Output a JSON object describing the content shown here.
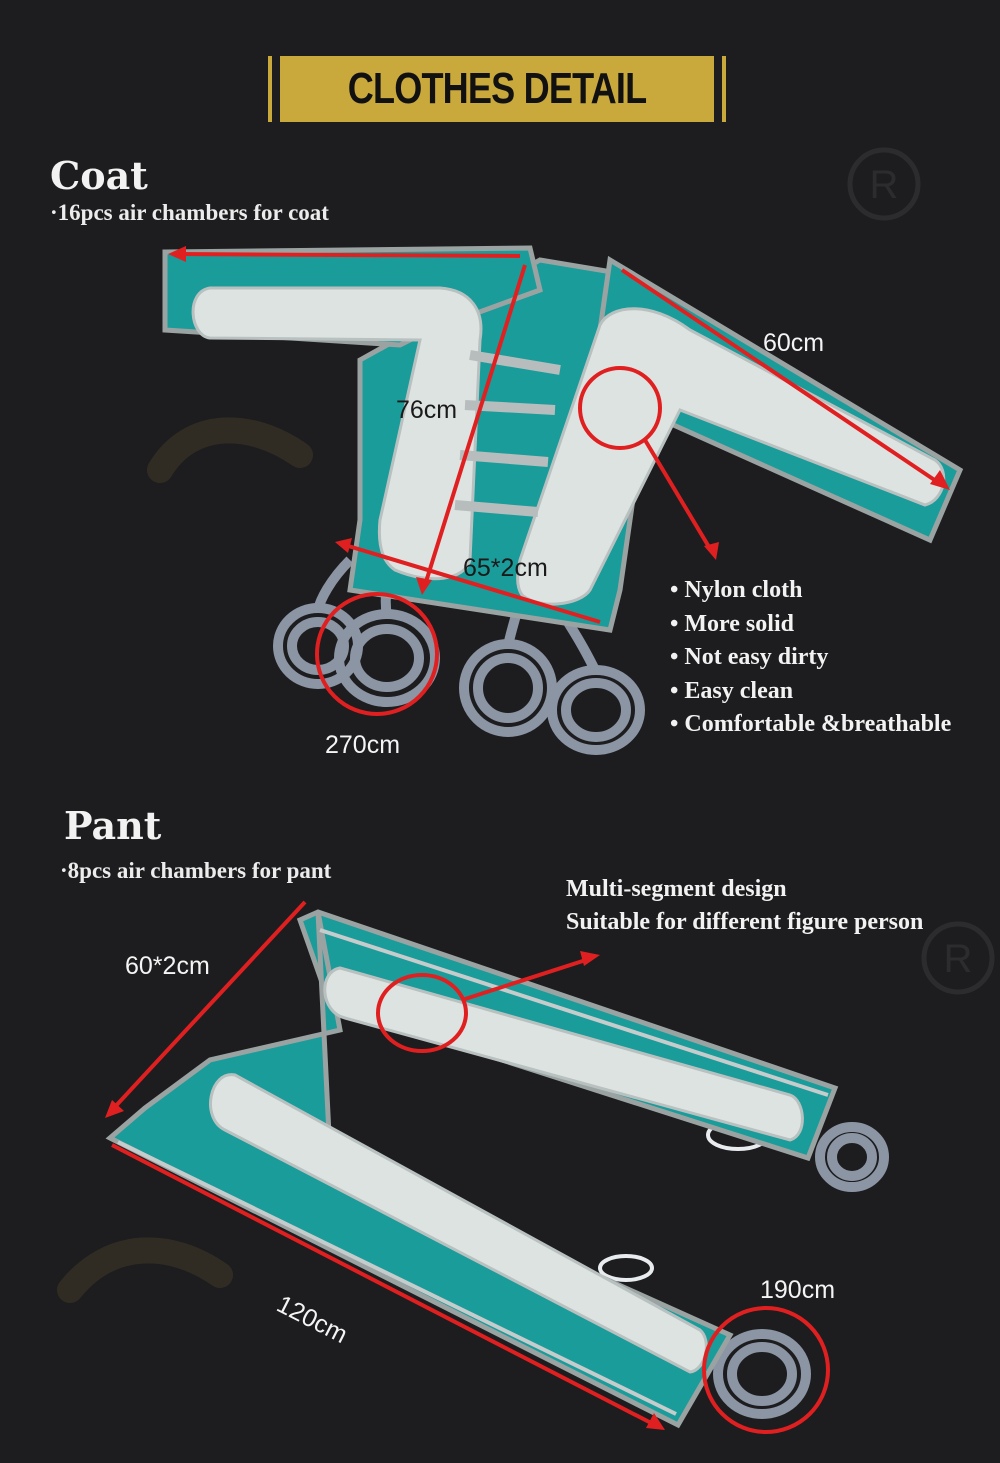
{
  "header": {
    "title": "CLOTHES DETAIL"
  },
  "coat": {
    "heading": "Coat",
    "subtitle": "·16pcs air chambers for coat",
    "dims": {
      "sleeve": "60cm",
      "length": "76cm",
      "chest": "65*2cm",
      "hose": "270cm"
    },
    "features": [
      "Nylon cloth",
      "More solid",
      "Not easy dirty",
      "Easy clean",
      "Comfortable &breathable"
    ]
  },
  "pant": {
    "heading": "Pant",
    "subtitle": "·8pcs air chambers for pant",
    "note_line1": "Multi-segment design",
    "note_line2": "Suitable for different figure person",
    "dims": {
      "width": "60*2cm",
      "length": "120cm",
      "hose": "190cm"
    }
  },
  "colors": {
    "background": "#1d1d1f",
    "banner": "#c9a93c",
    "garment": "#1a9c9a",
    "panel": "#dde3e1",
    "marker": "#e02020"
  },
  "icons": [
    "registered-mark-icon",
    "registered-mark-icon"
  ]
}
